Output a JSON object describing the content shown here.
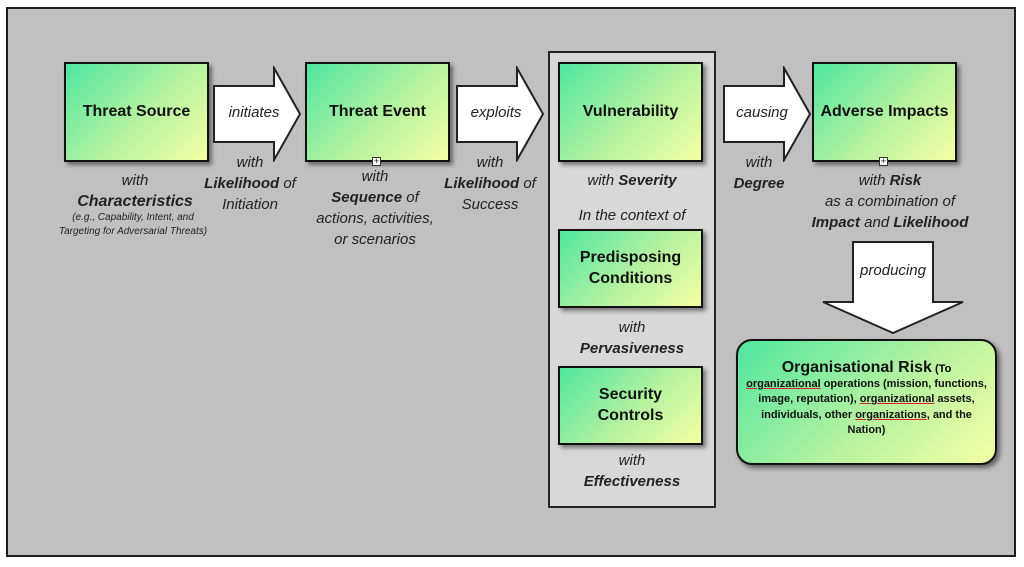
{
  "boxes": {
    "threat_source": "Threat Source",
    "threat_event": "Threat Event",
    "vulnerability": "Vulnerability",
    "adverse_impacts": "Adverse Impacts",
    "predisposing_line1": "Predisposing",
    "predisposing_line2": "Conditions",
    "security_line1": "Security",
    "security_line2": "Controls"
  },
  "arrows": {
    "initiates": "initiates",
    "exploits": "exploits",
    "causing": "causing",
    "producing": "producing"
  },
  "notes": {
    "source_with": "with",
    "source_characteristics": "Characteristics",
    "source_examples": "(e.g., Capability, Intent, and Targeting for Adversarial Threats)",
    "initiates_with": "with",
    "initiates_likelihood": "Likelihood",
    "initiates_of": " of",
    "initiates_initiation": "Initiation",
    "event_with": "with",
    "event_sequence": "Sequence",
    "event_of": " of",
    "event_line2": "actions, activities,",
    "event_line3": "or scenarios",
    "exploits_with": "with",
    "exploits_likelihood": "Likelihood",
    "exploits_of": " of",
    "exploits_success": "Success",
    "vuln_with": "with ",
    "vuln_severity": "Severity",
    "context": "In the context of",
    "predisposing_with": "with",
    "predisposing_pervasiveness": "Pervasiveness",
    "security_with": "with",
    "security_effectiveness": "Effectiveness",
    "causing_with": "with",
    "causing_degree": "Degree",
    "impacts_with": "with ",
    "impacts_risk": "Risk",
    "impacts_line2": "as a combination of",
    "impacts_impact": "Impact",
    "impacts_and": " and ",
    "impacts_likelihood": "Likelihood"
  },
  "risk": {
    "title": "Organisational Risk",
    "title_suffix": " (To",
    "d1": "organizational",
    "d2": " operations (mission, functions,",
    "d3": "image, reputation), ",
    "d4": "organizational",
    "d5": " assets,",
    "d6": "individuals, other ",
    "d7": "organizations",
    "d8": ", and the",
    "d9": "Nation)"
  }
}
